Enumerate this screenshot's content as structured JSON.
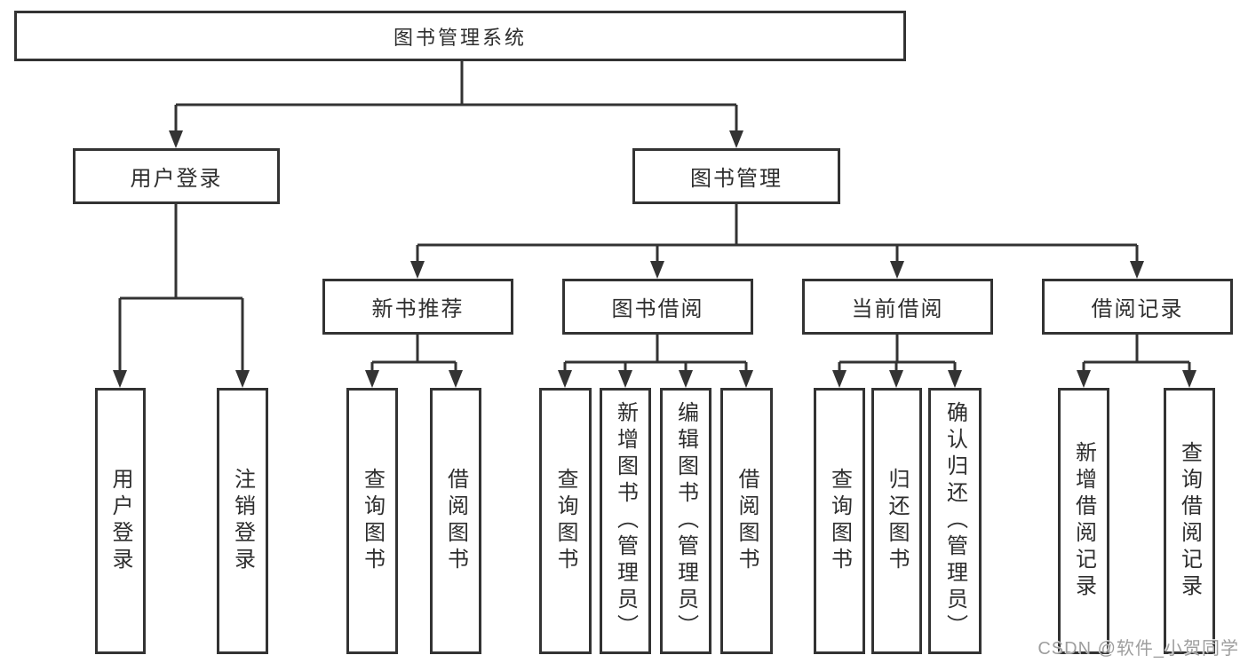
{
  "diagram": {
    "title": "图书管理系统",
    "root": {
      "label": "图书管理系统"
    },
    "level2": [
      {
        "label": "用户登录"
      },
      {
        "label": "图书管理"
      }
    ],
    "level3": [
      {
        "label": "新书推荐",
        "parent": "图书管理"
      },
      {
        "label": "图书借阅",
        "parent": "图书管理"
      },
      {
        "label": "当前借阅",
        "parent": "图书管理"
      },
      {
        "label": "借阅记录",
        "parent": "图书管理"
      }
    ],
    "leaves": [
      {
        "label": "用户登录",
        "parent": "用户登录"
      },
      {
        "label": "注销登录",
        "parent": "用户登录"
      },
      {
        "label": "查询图书",
        "parent": "新书推荐"
      },
      {
        "label": "借阅图书",
        "parent": "新书推荐"
      },
      {
        "label": "查询图书",
        "parent": "图书借阅"
      },
      {
        "label": "新增图书（管理员）",
        "parent": "图书借阅"
      },
      {
        "label": "编辑图书（管理员）",
        "parent": "图书借阅"
      },
      {
        "label": "借阅图书",
        "parent": "图书借阅"
      },
      {
        "label": "查询图书",
        "parent": "当前借阅"
      },
      {
        "label": "归还图书",
        "parent": "当前借阅"
      },
      {
        "label": "确认归还（管理员）",
        "parent": "当前借阅"
      },
      {
        "label": "新增借阅记录",
        "parent": "借阅记录"
      },
      {
        "label": "查询借阅记录",
        "parent": "借阅记录"
      }
    ]
  },
  "watermark": {
    "text": "CSDN @软件_小贺同学"
  },
  "colors": {
    "line": "#333333",
    "box_border": "#333333",
    "background": "#ffffff",
    "text": "#2e2e2e",
    "watermark": "#9e9e9e"
  }
}
